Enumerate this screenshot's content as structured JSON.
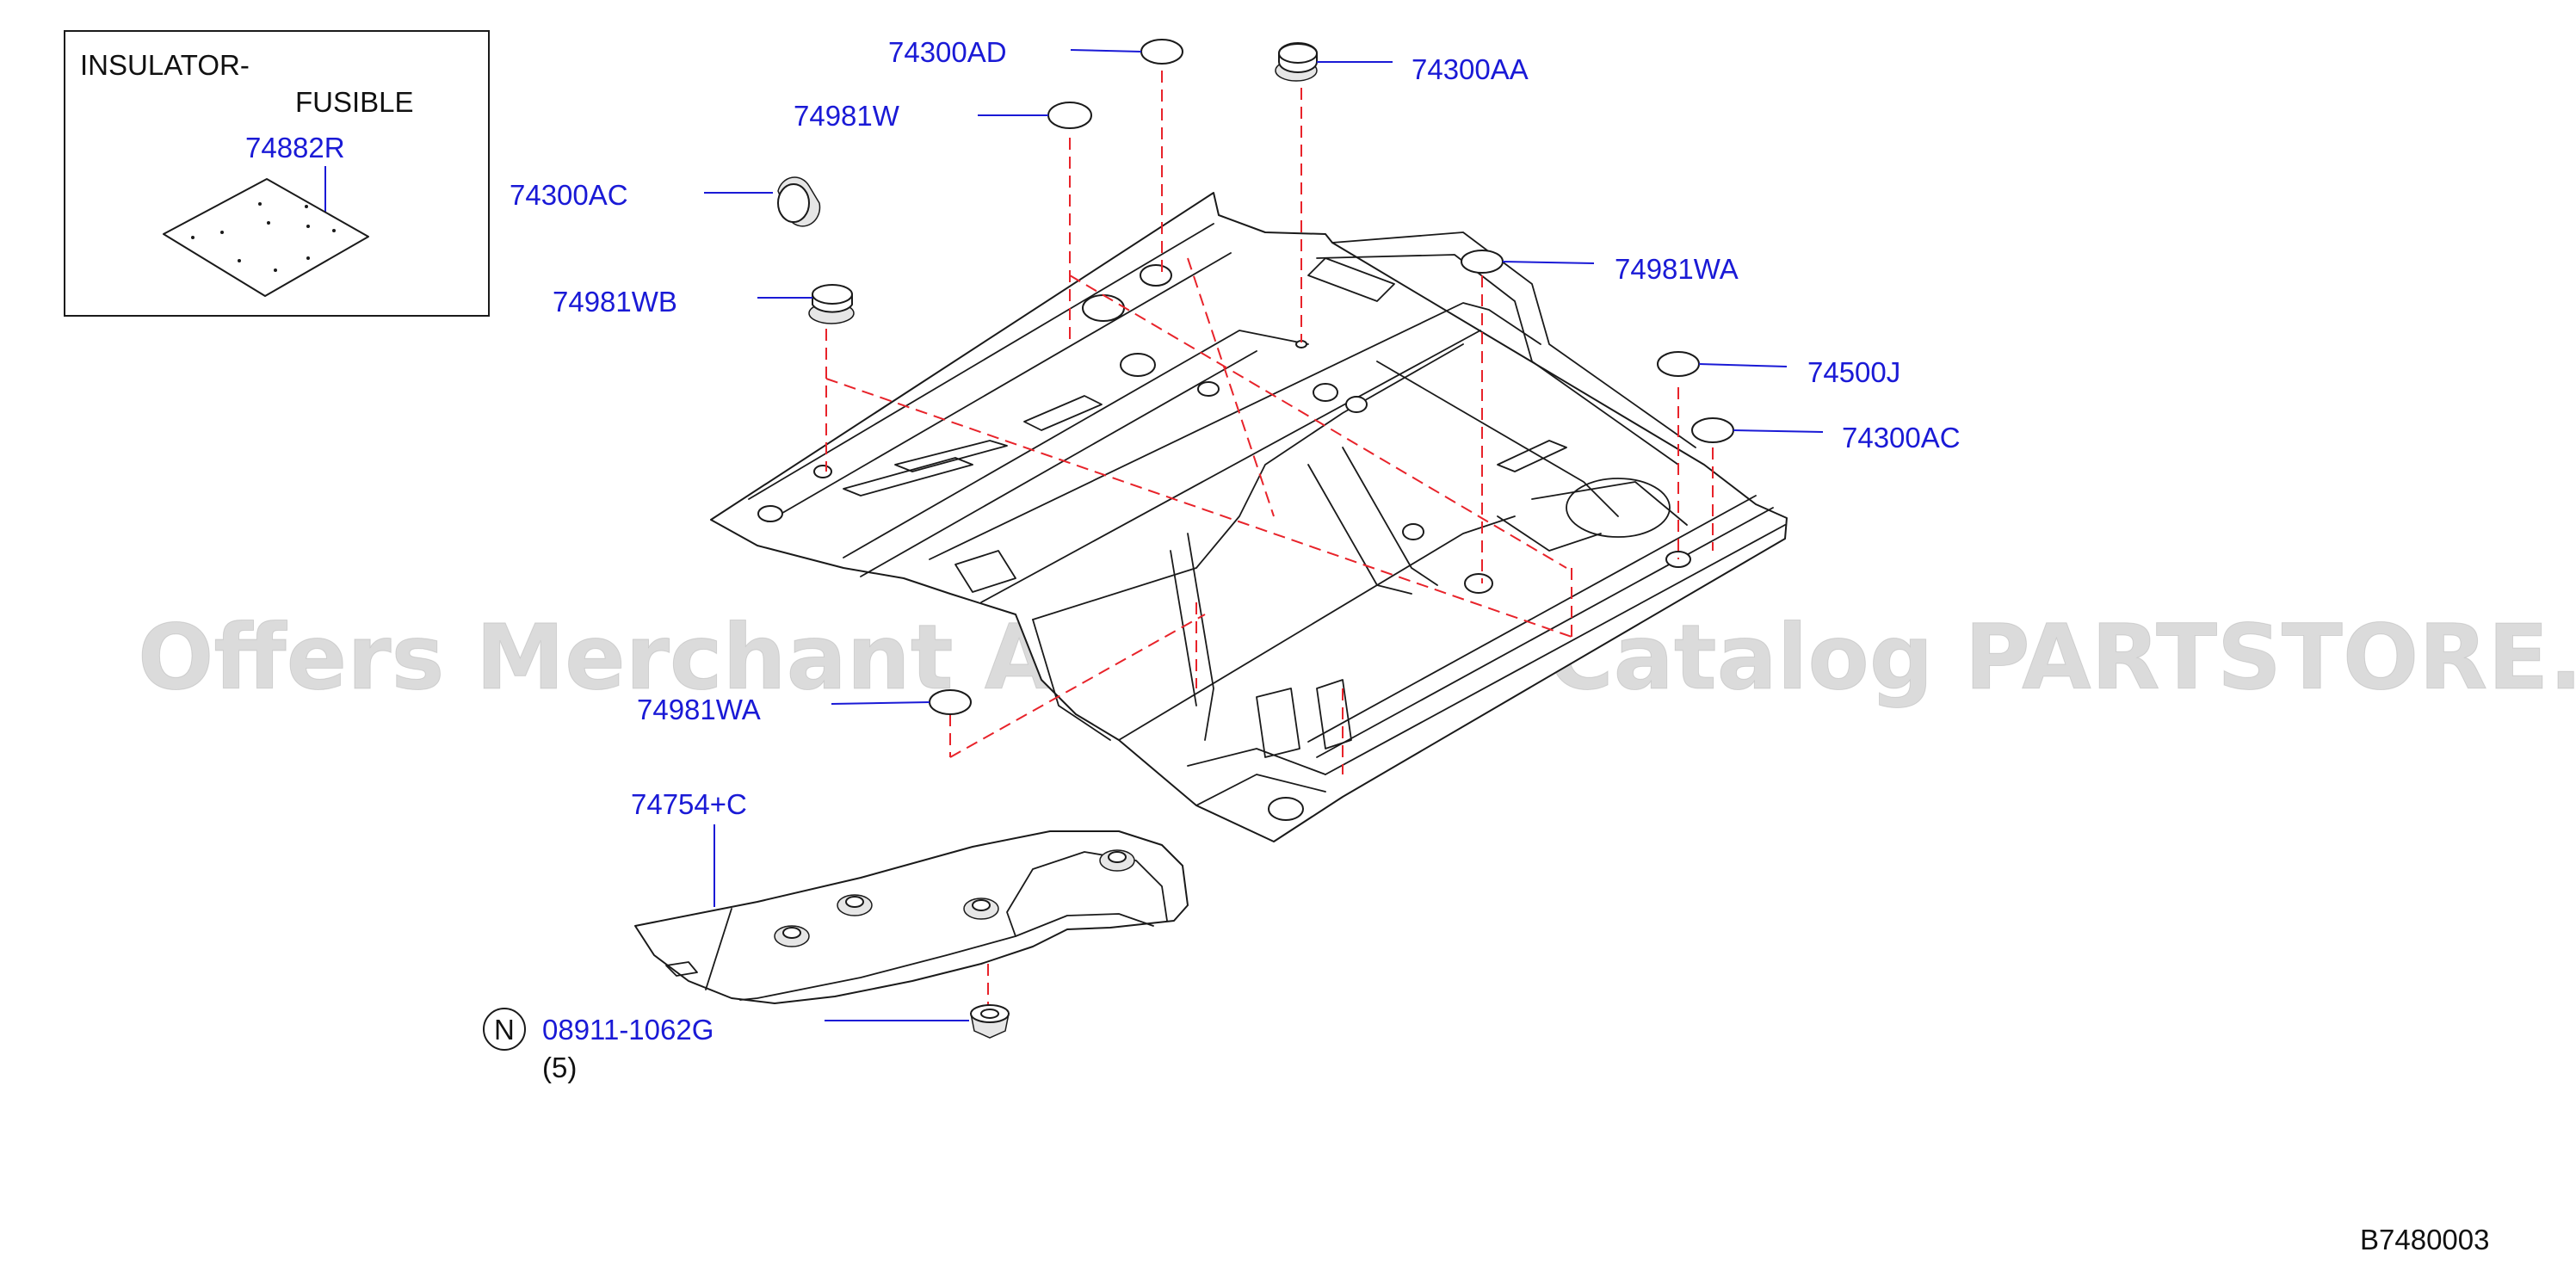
{
  "inset": {
    "title_line1": "INSULATOR-",
    "title_line2": "FUSIBLE",
    "part_number": "74882R"
  },
  "callouts": {
    "c_74300AD": "74300AD",
    "c_74300AA": "74300AA",
    "c_74981W": "74981W",
    "c_74300AC_left": "74300AC",
    "c_74981WA_right": "74981WA",
    "c_74981WB": "74981WB",
    "c_74500J": "74500J",
    "c_74300AC_right": "74300AC",
    "c_74981WA_lower": "74981WA",
    "c_74754C": "74754+C",
    "c_08911": "08911-1062G"
  },
  "nut_badge": "N",
  "nut_quantity": "(5)",
  "watermark": "Offers Merchant Auto Parts Catalog PARTSTORE.SA",
  "diagram_code": "B7480003",
  "colors": {
    "callout_blue": "#1a1ad6",
    "dash_red": "#e8232a",
    "line_black": "#1a1a1a"
  }
}
